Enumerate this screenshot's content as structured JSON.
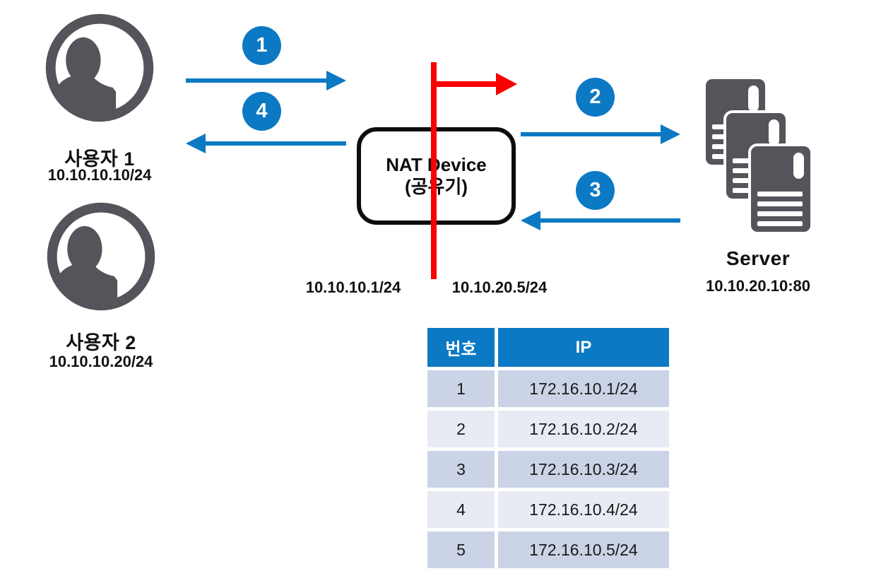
{
  "users": [
    {
      "name": "사용자 1",
      "ip": "10.10.10.10/24"
    },
    {
      "name": "사용자 2",
      "ip": "10.10.10.20/24"
    }
  ],
  "nat_device": {
    "line1": "NAT Device",
    "line2": "(공유기)",
    "inside_ip": "10.10.10.1/24",
    "outside_ip": "10.10.20.5/24"
  },
  "server": {
    "name": "Server",
    "ip": "10.10.20.10:80"
  },
  "flow_badges": {
    "step1": "1",
    "step2": "2",
    "step3": "3",
    "step4": "4"
  },
  "nat_table": {
    "headers": {
      "col1": "번호",
      "col2": "IP"
    },
    "rows": [
      {
        "no": "1",
        "ip": "172.16.10.1/24"
      },
      {
        "no": "2",
        "ip": "172.16.10.2/24"
      },
      {
        "no": "3",
        "ip": "172.16.10.3/24"
      },
      {
        "no": "4",
        "ip": "172.16.10.4/24"
      },
      {
        "no": "5",
        "ip": "172.16.10.5/24"
      }
    ]
  },
  "colors": {
    "accent_blue": "#0c79c4",
    "arrow_red": "#fb0000",
    "icon_gray": "#54545a",
    "table_row_odd": "#cbd3e7",
    "table_row_even": "#e8ebf3"
  }
}
